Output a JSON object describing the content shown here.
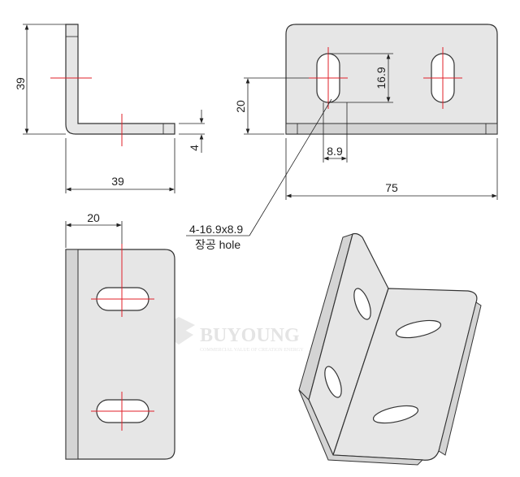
{
  "side_view": {
    "height_dim": "39",
    "width_dim": "39",
    "thickness_dim": "4"
  },
  "front_view": {
    "slot_length_dim": "16.9",
    "slot_height_dim": "20",
    "slot_width_dim": "8.9",
    "total_width_dim": "75"
  },
  "callout": {
    "spec": "4-16.9x8.9",
    "label": "장공 hole"
  },
  "top_view": {
    "offset_dim": "20"
  },
  "watermark": {
    "brand": "BUYOUNG",
    "tagline": "COMMERCIAL VALUE OF CREATION ENERGY"
  },
  "colors": {
    "centerline": "#e0202a",
    "part_fill": "#e6e6e6"
  }
}
